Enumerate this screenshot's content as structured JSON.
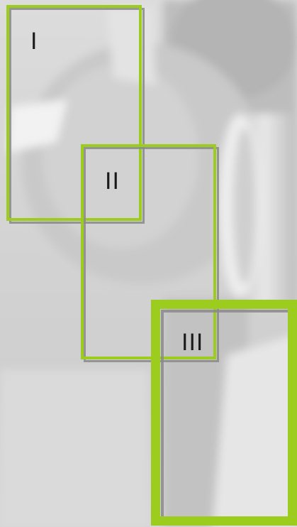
{
  "frames": [
    {
      "label": "I"
    },
    {
      "label": "II"
    },
    {
      "label": "III"
    }
  ],
  "colors": {
    "frame_accent": "#9ccc1e",
    "frame_shadow": "#8a8a8a",
    "label_text": "#1a1a1a",
    "background": "#d8d8d8"
  }
}
